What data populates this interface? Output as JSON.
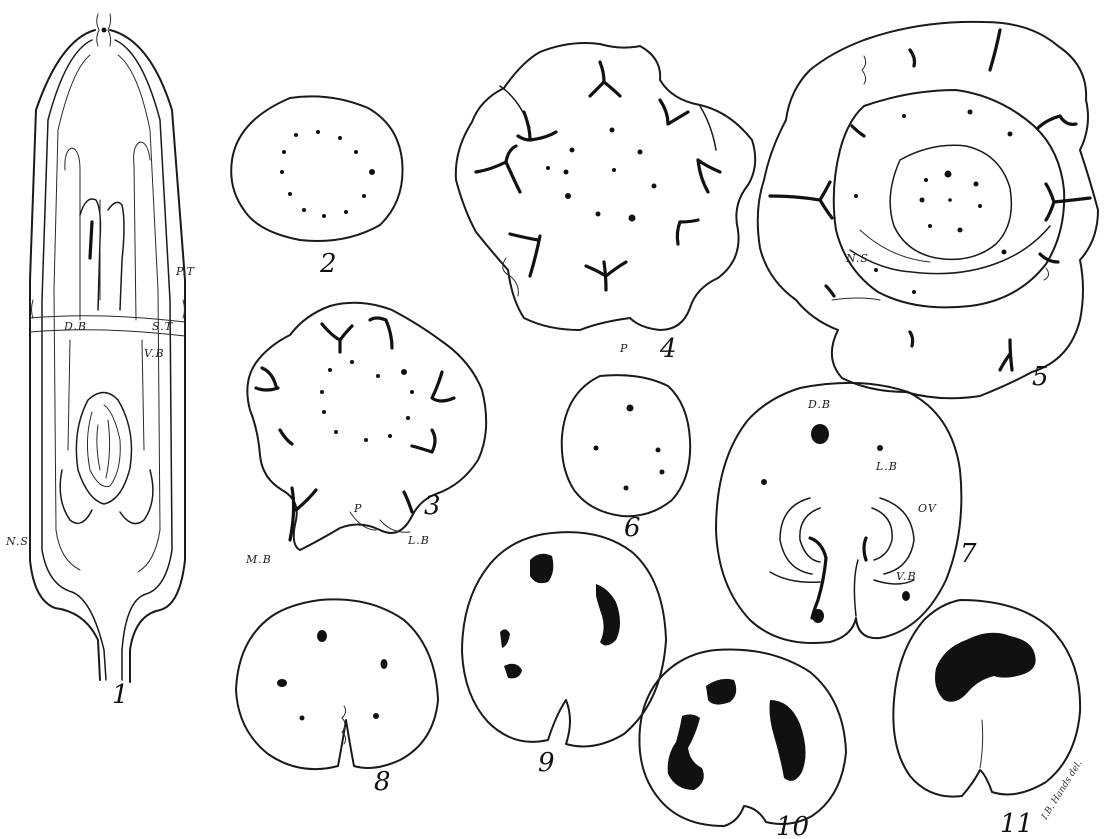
{
  "figures": {
    "f1": {
      "num": "1",
      "labels": {
        "pt": "P.T",
        "db": "D.B",
        "st": "S.T",
        "vb": "V.B",
        "ns": "N.S"
      }
    },
    "f2": {
      "num": "2"
    },
    "f3": {
      "num": "3",
      "labels": {
        "mb": "M.B",
        "p": "P",
        "lb": "L.B"
      }
    },
    "f4": {
      "num": "4",
      "labels": {
        "p": "P"
      }
    },
    "f5": {
      "num": "5",
      "labels": {
        "ns": "N.S"
      }
    },
    "f6": {
      "num": "6"
    },
    "f7": {
      "num": "7",
      "labels": {
        "db": "D.B",
        "lb": "L.B",
        "ov": "OV",
        "vb": "V.B"
      }
    },
    "f8": {
      "num": "8"
    },
    "f9": {
      "num": "9"
    },
    "f10": {
      "num": "10"
    },
    "f11": {
      "num": "11"
    }
  },
  "signature": "I.B. Hands del."
}
